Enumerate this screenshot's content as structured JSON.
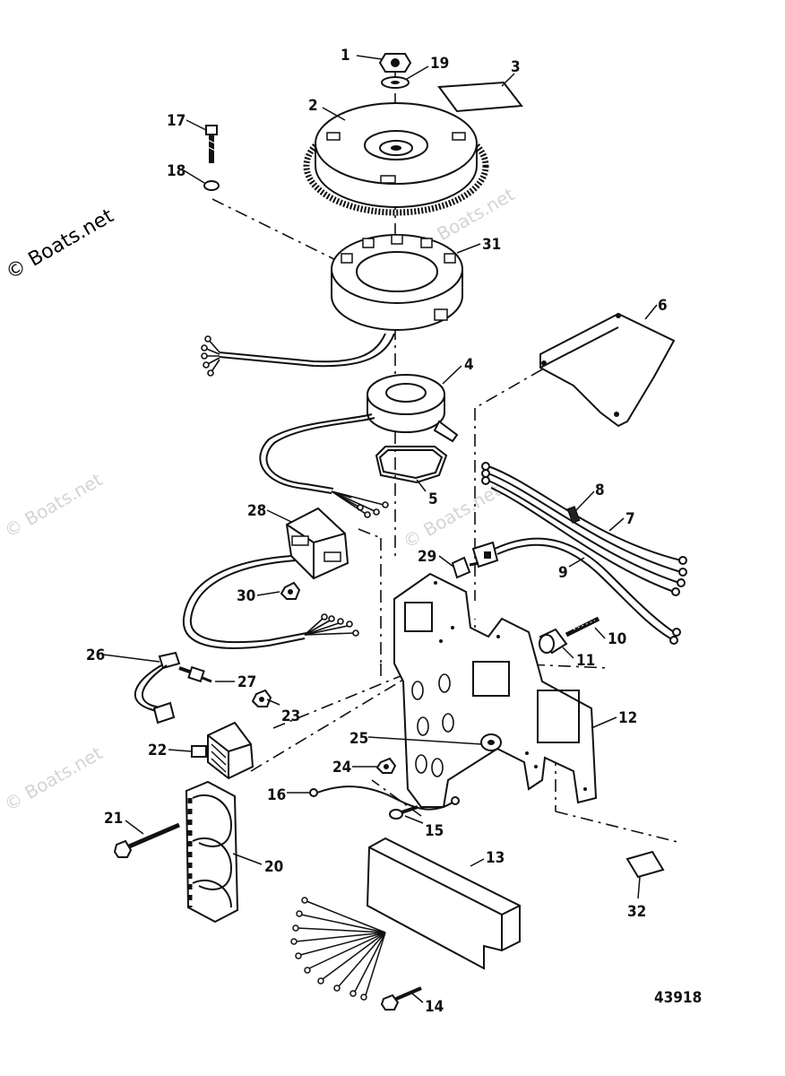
{
  "watermark": {
    "main": "© Boats.net",
    "faint": "© Boats.net"
  },
  "figure_number": "43918",
  "callouts": [
    {
      "id": "c1",
      "text": "1"
    },
    {
      "id": "c2",
      "text": "2"
    },
    {
      "id": "c3",
      "text": "3"
    },
    {
      "id": "c4",
      "text": "4"
    },
    {
      "id": "c5",
      "text": "5"
    },
    {
      "id": "c6",
      "text": "6"
    },
    {
      "id": "c7",
      "text": "7"
    },
    {
      "id": "c8",
      "text": "8"
    },
    {
      "id": "c9",
      "text": "9"
    },
    {
      "id": "c10",
      "text": "10"
    },
    {
      "id": "c11",
      "text": "11"
    },
    {
      "id": "c12",
      "text": "12"
    },
    {
      "id": "c13",
      "text": "13"
    },
    {
      "id": "c14",
      "text": "14"
    },
    {
      "id": "c15",
      "text": "15"
    },
    {
      "id": "c16",
      "text": "16"
    },
    {
      "id": "c17",
      "text": "17"
    },
    {
      "id": "c18",
      "text": "18"
    },
    {
      "id": "c19",
      "text": "19"
    },
    {
      "id": "c20",
      "text": "20"
    },
    {
      "id": "c21",
      "text": "21"
    },
    {
      "id": "c22",
      "text": "22"
    },
    {
      "id": "c23",
      "text": "23"
    },
    {
      "id": "c24",
      "text": "24"
    },
    {
      "id": "c25",
      "text": "25"
    },
    {
      "id": "c26",
      "text": "26"
    },
    {
      "id": "c27",
      "text": "27"
    },
    {
      "id": "c28",
      "text": "28"
    },
    {
      "id": "c29",
      "text": "29"
    },
    {
      "id": "c30",
      "text": "30"
    },
    {
      "id": "c31",
      "text": "31"
    },
    {
      "id": "c32",
      "text": "32"
    }
  ]
}
